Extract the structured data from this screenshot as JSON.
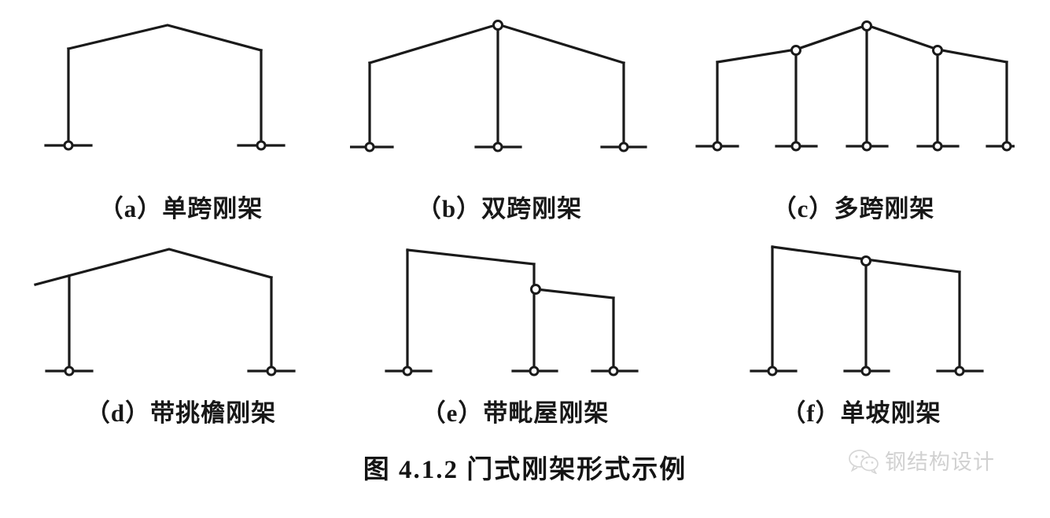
{
  "figure": {
    "title": "图 4.1.2   门式刚架形式示例",
    "background_color": "#ffffff",
    "line_color": "#1a1a1a"
  },
  "frames": [
    {
      "id": "a",
      "caption": "（a）单跨刚架",
      "type": "single-span-portal-frame",
      "columns": 2,
      "pinned_bases": 2,
      "roof_hinges": 0,
      "roof_profile": "gable"
    },
    {
      "id": "b",
      "caption": "（b）双跨刚架",
      "type": "double-span-portal-frame",
      "columns": 3,
      "pinned_bases": 3,
      "roof_hinges": 1,
      "roof_profile": "gable"
    },
    {
      "id": "c",
      "caption": "（c）多跨刚架",
      "type": "multi-span-portal-frame",
      "columns": 5,
      "pinned_bases": 5,
      "roof_hinges": 3,
      "roof_profile": "gable-multi-segment"
    },
    {
      "id": "d",
      "caption": "（d）带挑檐刚架",
      "type": "portal-frame-with-overhanging-eave",
      "columns": 2,
      "pinned_bases": 2,
      "roof_hinges": 0,
      "roof_profile": "gable-with-left-overhang"
    },
    {
      "id": "e",
      "caption": "（e）带毗屋刚架",
      "type": "portal-frame-with-lean-to",
      "columns": 3,
      "pinned_bases": 3,
      "roof_hinges": 1,
      "roof_profile": "mono-slope-with-lower-annex"
    },
    {
      "id": "f",
      "caption": "（f）单坡刚架",
      "type": "single-slope-portal-frame",
      "columns": 3,
      "pinned_bases": 3,
      "roof_hinges": 1,
      "roof_profile": "mono-slope"
    }
  ],
  "watermark": {
    "icon": "wechat-icon",
    "text": "钢结构设计"
  }
}
